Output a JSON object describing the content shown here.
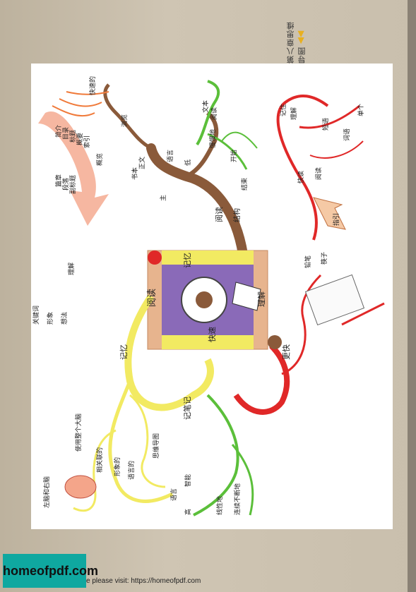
{
  "header": {
    "chapter_title": "第八章思维导图",
    "arrows_glyph": "▶▶"
  },
  "mind_map": {
    "center": {
      "read": "阅读",
      "remember": "记忆",
      "understand": "理解",
      "fast": "快速"
    },
    "branch_read": {
      "label": "阅读",
      "text": "文本",
      "read": "阅读",
      "start": "开始",
      "conclusion": "结束",
      "slow": "低",
      "slowly": "慢慢地",
      "fast_speed": "快速的",
      "browse": "浏览",
      "book": "书本",
      "main_text": "正文",
      "main": "主",
      "language": "语言",
      "summary": "概览",
      "structure": "结构",
      "overview_list": [
        "简介",
        "目录",
        "标题",
        "概要",
        "索引"
      ],
      "stack": [
        "篇章",
        "段落",
        "副标题"
      ],
      "understand": "理解",
      "keywords": "关键词",
      "image": "形象",
      "idea": "想法"
    },
    "branch_faster": {
      "label": "更快",
      "pen": "铅笔",
      "chopsticks": "筷子",
      "guide": "指引",
      "fast": "快读",
      "read": "阅读",
      "words": "短语",
      "remember": "记住",
      "understand": "理解",
      "word": "词语",
      "single": "单个"
    },
    "branch_memory": {
      "label": "记忆",
      "notes": "记笔记",
      "mind_map": "思维导图",
      "whole_brain": "使用整个大脑",
      "associated": "相关联的",
      "imagery": "形象的",
      "verbal": "语言的",
      "left_right": "左脑和右脑",
      "language": "语言",
      "smart": "智能",
      "high": "高",
      "linear": "线性地",
      "continuous": "连续不断地"
    }
  },
  "colors": {
    "trunk": "#8a5a3a",
    "green": "#5bbf3a",
    "red": "#e02828",
    "yellow": "#f2ea62",
    "orange": "#f07a3a",
    "purple": "#8a6ab8",
    "frame": "#e7b48e"
  },
  "footer": {
    "logo_text": "homeofpdf.com",
    "note": "e please visit: https://homeofpdf.com"
  }
}
